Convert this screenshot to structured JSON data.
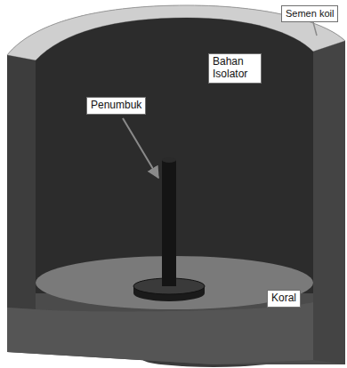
{
  "diagram": {
    "labels": [
      "Semen koil",
      "Bahan Isolator",
      "Penumbuk",
      "Koral"
    ]
  }
}
